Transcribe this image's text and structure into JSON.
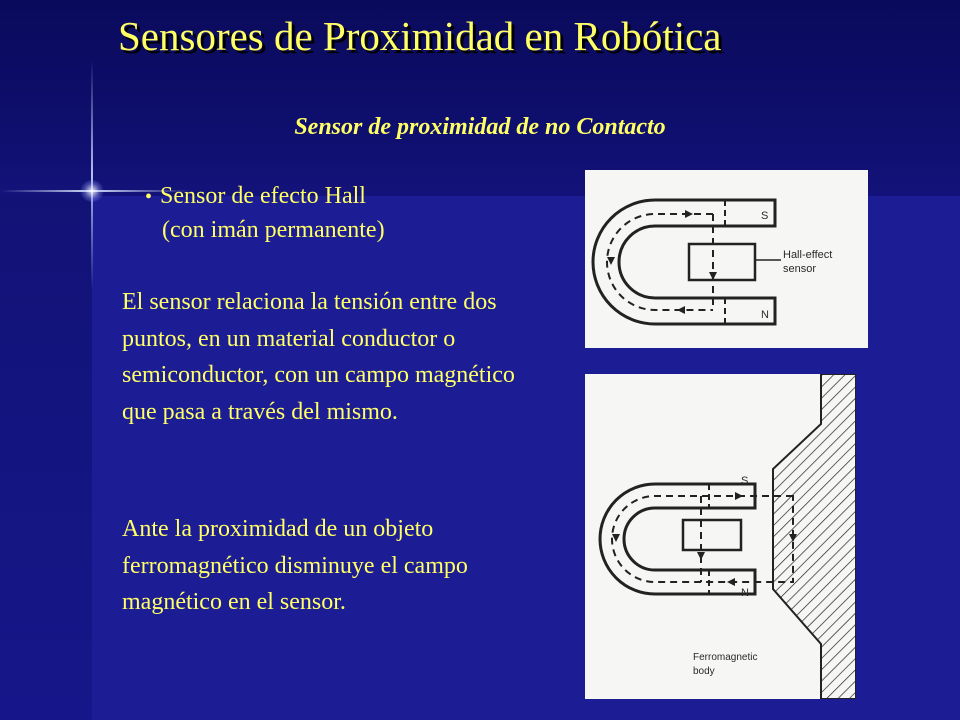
{
  "title": "Sensores de Proximidad en Robótica",
  "subtitle": "Sensor de proximidad de no Contacto",
  "bullet": {
    "marker": "•",
    "line1": "Sensor de efecto Hall",
    "line2": "(con imán permanente)"
  },
  "paragraphs": {
    "p1": "El sensor relaciona la tensión entre dos puntos, en un material conductor o semiconductor, con un campo magnético que pasa a través del mismo.",
    "p2": "Ante la proximidad de un objeto ferromagnético disminuye el campo magnético en el sensor."
  },
  "figure1": {
    "s_label": "S",
    "n_label": "N",
    "sensor_label_1": "Hall-effect",
    "sensor_label_2": "sensor"
  },
  "figure2": {
    "s_label": "S",
    "n_label": "N",
    "body_label_1": "Ferromagnetic",
    "body_label_2": "body"
  },
  "colors": {
    "background": "#1a1a8e",
    "text": "#ffff66",
    "figure_bg": "#f6f6f4"
  }
}
